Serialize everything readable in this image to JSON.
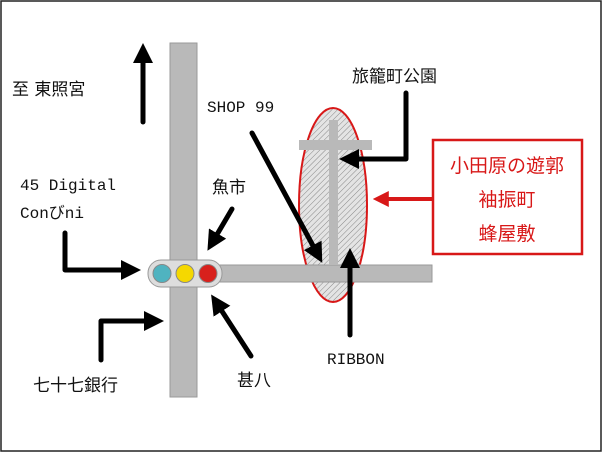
{
  "labels": {
    "toshogu": "至 東照宮",
    "shop99": "SHOP 99",
    "park": "旅籠町公園",
    "digital_line1": "45 Digital",
    "digital_line2": "Conびni",
    "fish_market": "魚市",
    "ribbon": "RIBBON",
    "bank": "七十七銀行",
    "jinpachi": "甚八"
  },
  "callout": {
    "line1": "小田原の遊郭",
    "line2": "袖振町",
    "line3": "蜂屋敷"
  },
  "colors": {
    "accent": "#d81818",
    "road": "#b9b9b9",
    "light_green": "#4fb3c0",
    "light_yellow": "#f5d800",
    "light_red": "#d8201c"
  }
}
